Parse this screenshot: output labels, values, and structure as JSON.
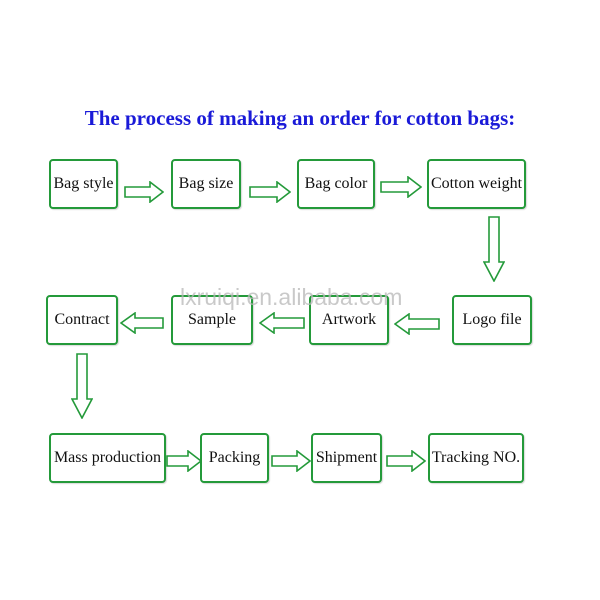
{
  "title": "The process of making an order for cotton bags:",
  "watermark": "lxruiqi.en.alibaba.com",
  "steps": {
    "bag_style": "Bag style",
    "bag_size": "Bag size",
    "bag_color": "Bag color",
    "cotton_weight": "Cotton weight",
    "logo_file": "Logo file",
    "artwork": "Artwork",
    "sample": "Sample",
    "contract": "Contract",
    "mass_production": "Mass production",
    "packing": "Packing",
    "shipment": "Shipment",
    "tracking_no": "Tracking NO."
  },
  "colors": {
    "title": "#1a1ad8",
    "border": "#249a3a",
    "arrow": "#249a3a"
  }
}
